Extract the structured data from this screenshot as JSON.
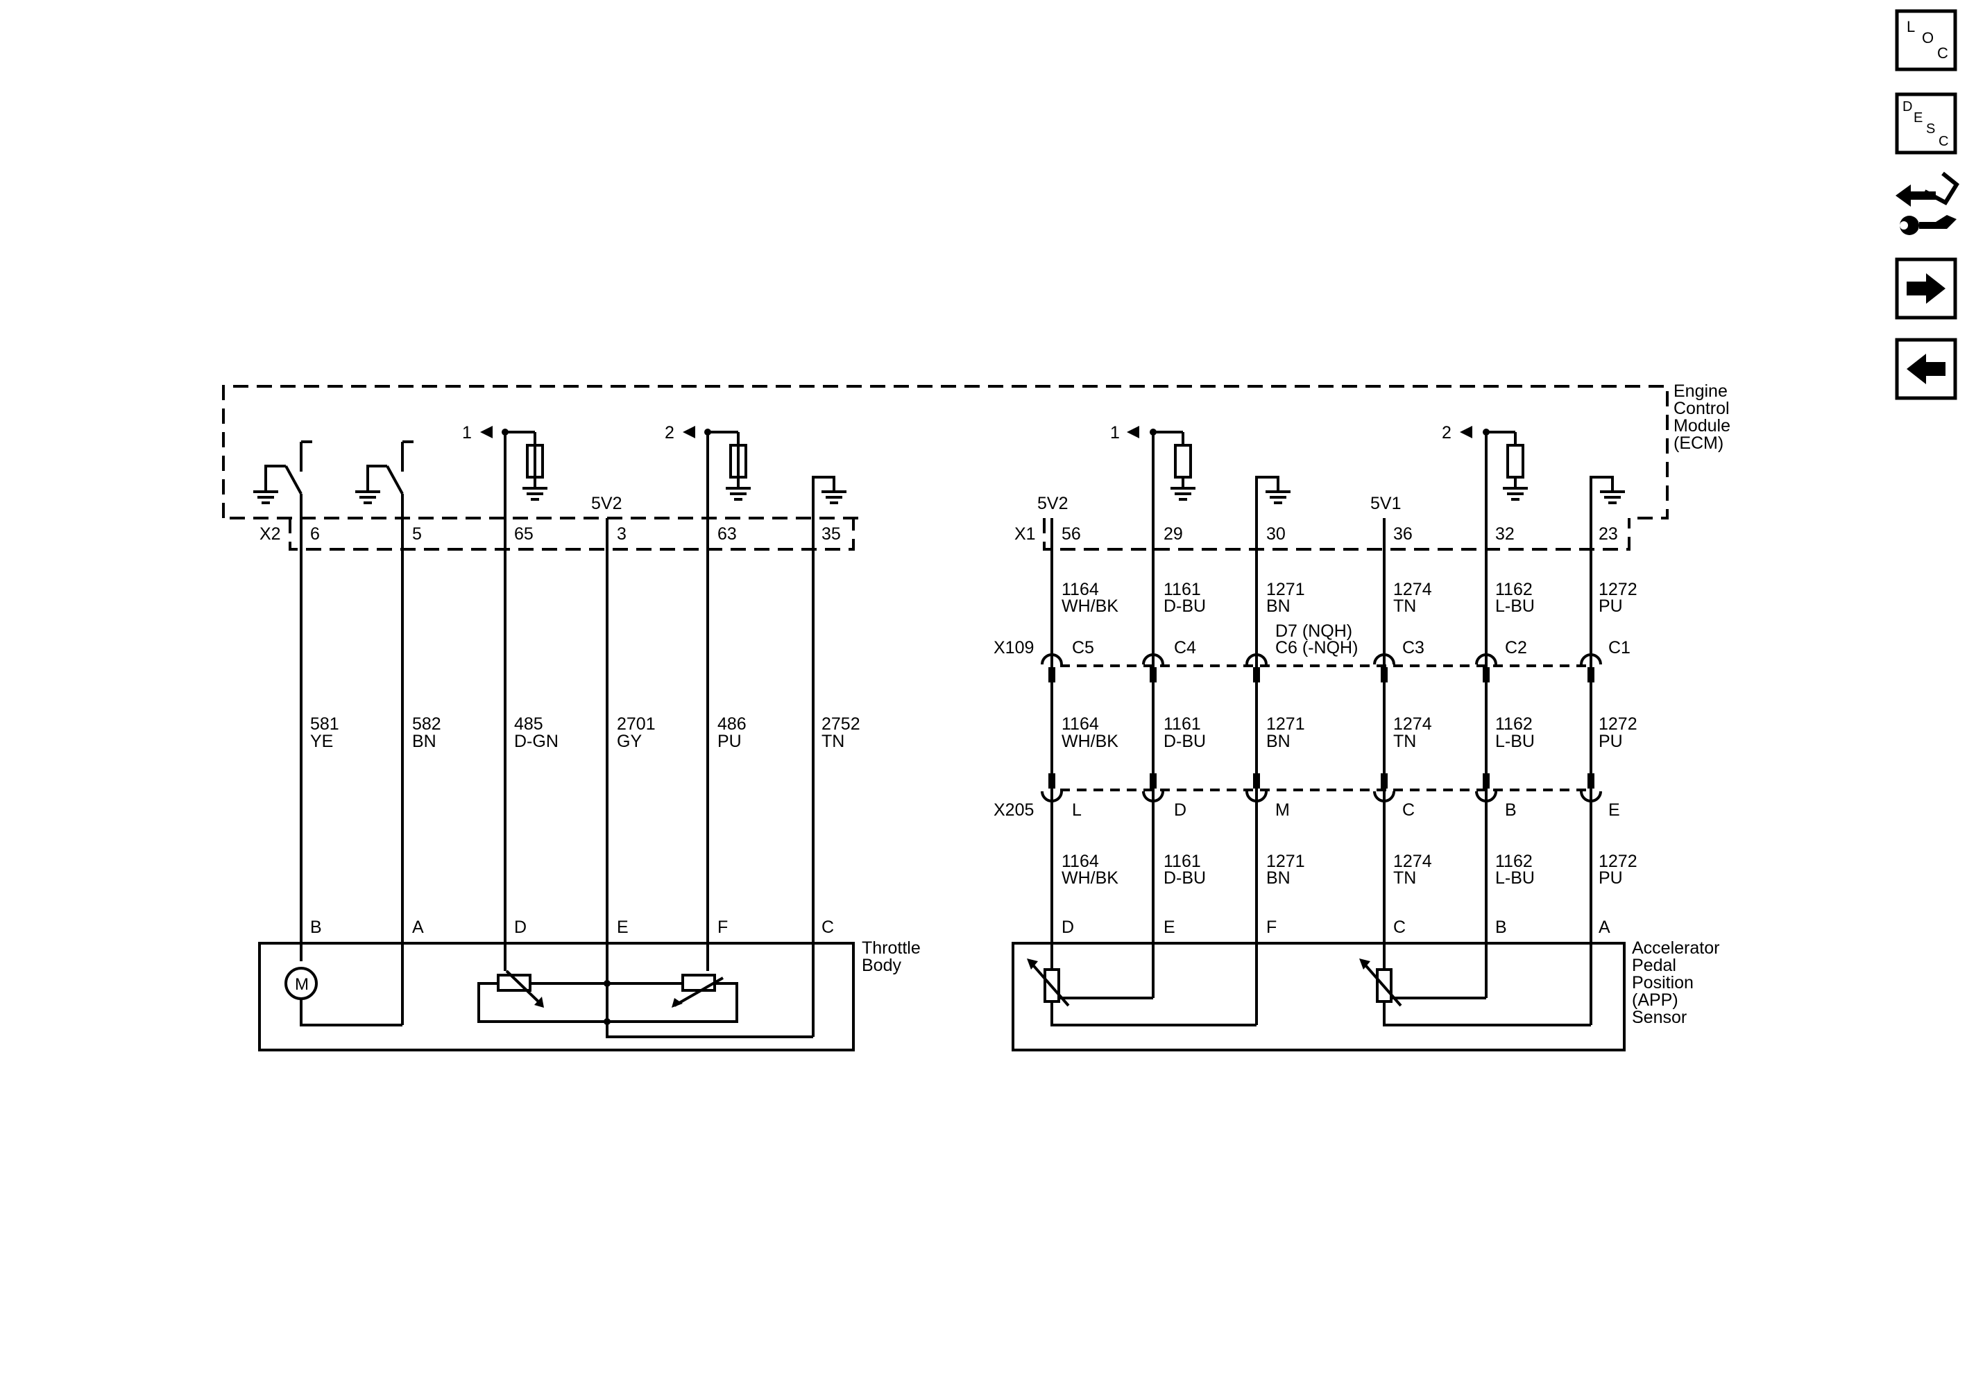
{
  "ecm": {
    "title_lines": [
      "Engine",
      "Control",
      "Module",
      "(ECM)"
    ],
    "x2_label": "X2",
    "x1_label": "X1",
    "ref_1": "1",
    "ref_2": "2",
    "supply_left": "5V2",
    "supply_right_a": "5V2",
    "supply_right_b": "5V1"
  },
  "left_pins": [
    {
      "pin": "6",
      "circuit": "581",
      "color": "YE",
      "terminal": "B"
    },
    {
      "pin": "5",
      "circuit": "582",
      "color": "BN",
      "terminal": "A"
    },
    {
      "pin": "65",
      "circuit": "485",
      "color": "D-GN",
      "terminal": "D"
    },
    {
      "pin": "3",
      "circuit": "2701",
      "color": "GY",
      "terminal": "E"
    },
    {
      "pin": "63",
      "circuit": "486",
      "color": "PU",
      "terminal": "F"
    },
    {
      "pin": "35",
      "circuit": "2752",
      "color": "TN",
      "terminal": "C"
    }
  ],
  "right_pins": [
    {
      "pin": "56",
      "circuit": "1164",
      "color": "WH/BK",
      "x109": "C5",
      "x205": "L",
      "terminal": "D"
    },
    {
      "pin": "29",
      "circuit": "1161",
      "color": "D-BU",
      "x109": "C4",
      "x205": "D",
      "terminal": "E"
    },
    {
      "pin": "30",
      "circuit": "1271",
      "color": "BN",
      "x109": "",
      "x205": "M",
      "terminal": "F"
    },
    {
      "pin": "36",
      "circuit": "1274",
      "color": "TN",
      "x109": "C3",
      "x205": "C",
      "terminal": "C"
    },
    {
      "pin": "32",
      "circuit": "1162",
      "color": "L-BU",
      "x109": "C2",
      "x205": "B",
      "terminal": "B"
    },
    {
      "pin": "23",
      "circuit": "1272",
      "color": "PU",
      "x109": "C1",
      "x205": "E",
      "terminal": "A"
    }
  ],
  "x109": {
    "label": "X109",
    "pin30_line1": "D7 (NQH)",
    "pin30_line2": "C6 (-NQH)"
  },
  "x205": {
    "label": "X205"
  },
  "throttle_body": {
    "title_lines": [
      "Throttle",
      "Body"
    ],
    "motor_label": "M"
  },
  "app_sensor": {
    "title_lines": [
      "Accelerator",
      "Pedal",
      "Position",
      "(APP)",
      "Sensor"
    ]
  },
  "nav": {
    "loc": [
      "L",
      "O",
      "C"
    ],
    "desc": [
      "D",
      "E",
      "S",
      "C"
    ]
  }
}
